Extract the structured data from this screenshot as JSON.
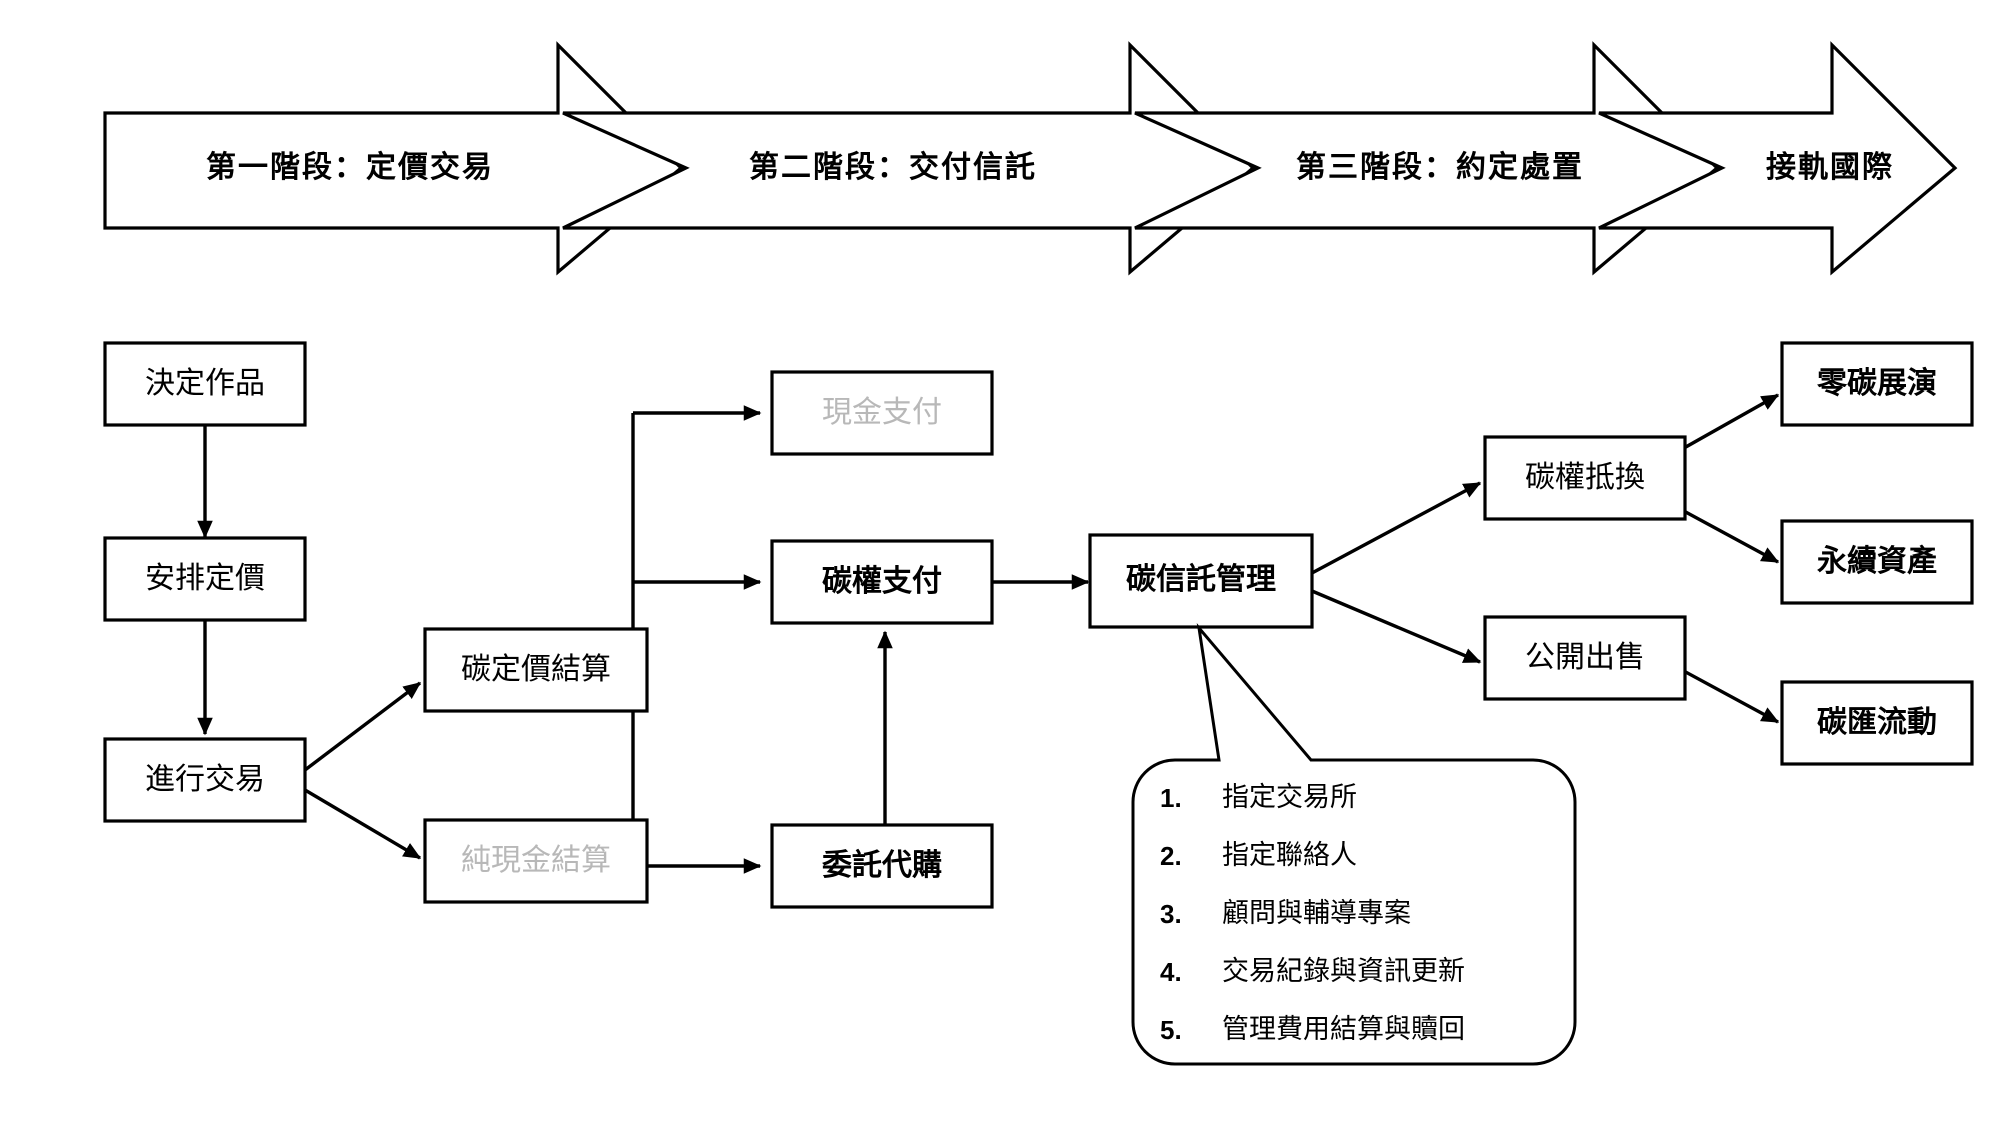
{
  "banner": {
    "stages": [
      {
        "label": "第一階段：定價交易"
      },
      {
        "label": "第二階段：交付信託"
      },
      {
        "label": "第三階段：約定處置"
      },
      {
        "label": "接軌國際"
      }
    ]
  },
  "nodes": {
    "decide_work": {
      "label": "決定作品",
      "style": "normal"
    },
    "arrange_price": {
      "label": "安排定價",
      "style": "normal"
    },
    "do_trade": {
      "label": "進行交易",
      "style": "normal"
    },
    "carbon_price_settle": {
      "label": "碳定價結算",
      "style": "normal"
    },
    "pure_cash_settle": {
      "label": "純現金結算",
      "style": "muted"
    },
    "cash_pay": {
      "label": "現金支付",
      "style": "muted"
    },
    "carbon_credit_pay": {
      "label": "碳權支付",
      "style": "bold"
    },
    "commission_purchase": {
      "label": "委託代購",
      "style": "bold"
    },
    "carbon_trust_mgmt": {
      "label": "碳信託管理",
      "style": "bold"
    },
    "carbon_offset": {
      "label": "碳權抵換",
      "style": "normal"
    },
    "public_sale": {
      "label": "公開出售",
      "style": "normal"
    },
    "zero_carbon_show": {
      "label": "零碳展演",
      "style": "bold"
    },
    "sustainable_asset": {
      "label": "永續資產",
      "style": "bold"
    },
    "carbon_sink_flow": {
      "label": "碳匯流動",
      "style": "bold"
    }
  },
  "callout": {
    "items": [
      {
        "num": "1.",
        "text": "指定交易所"
      },
      {
        "num": "2.",
        "text": "指定聯絡人"
      },
      {
        "num": "3.",
        "text": "顧問與輔導專案"
      },
      {
        "num": "4.",
        "text": "交易紀錄與資訊更新"
      },
      {
        "num": "5.",
        "text": "管理費用結算與贖回"
      }
    ]
  },
  "colors": {
    "stroke": "#000000",
    "background": "#ffffff",
    "muted_text": "#b8b8b8"
  }
}
